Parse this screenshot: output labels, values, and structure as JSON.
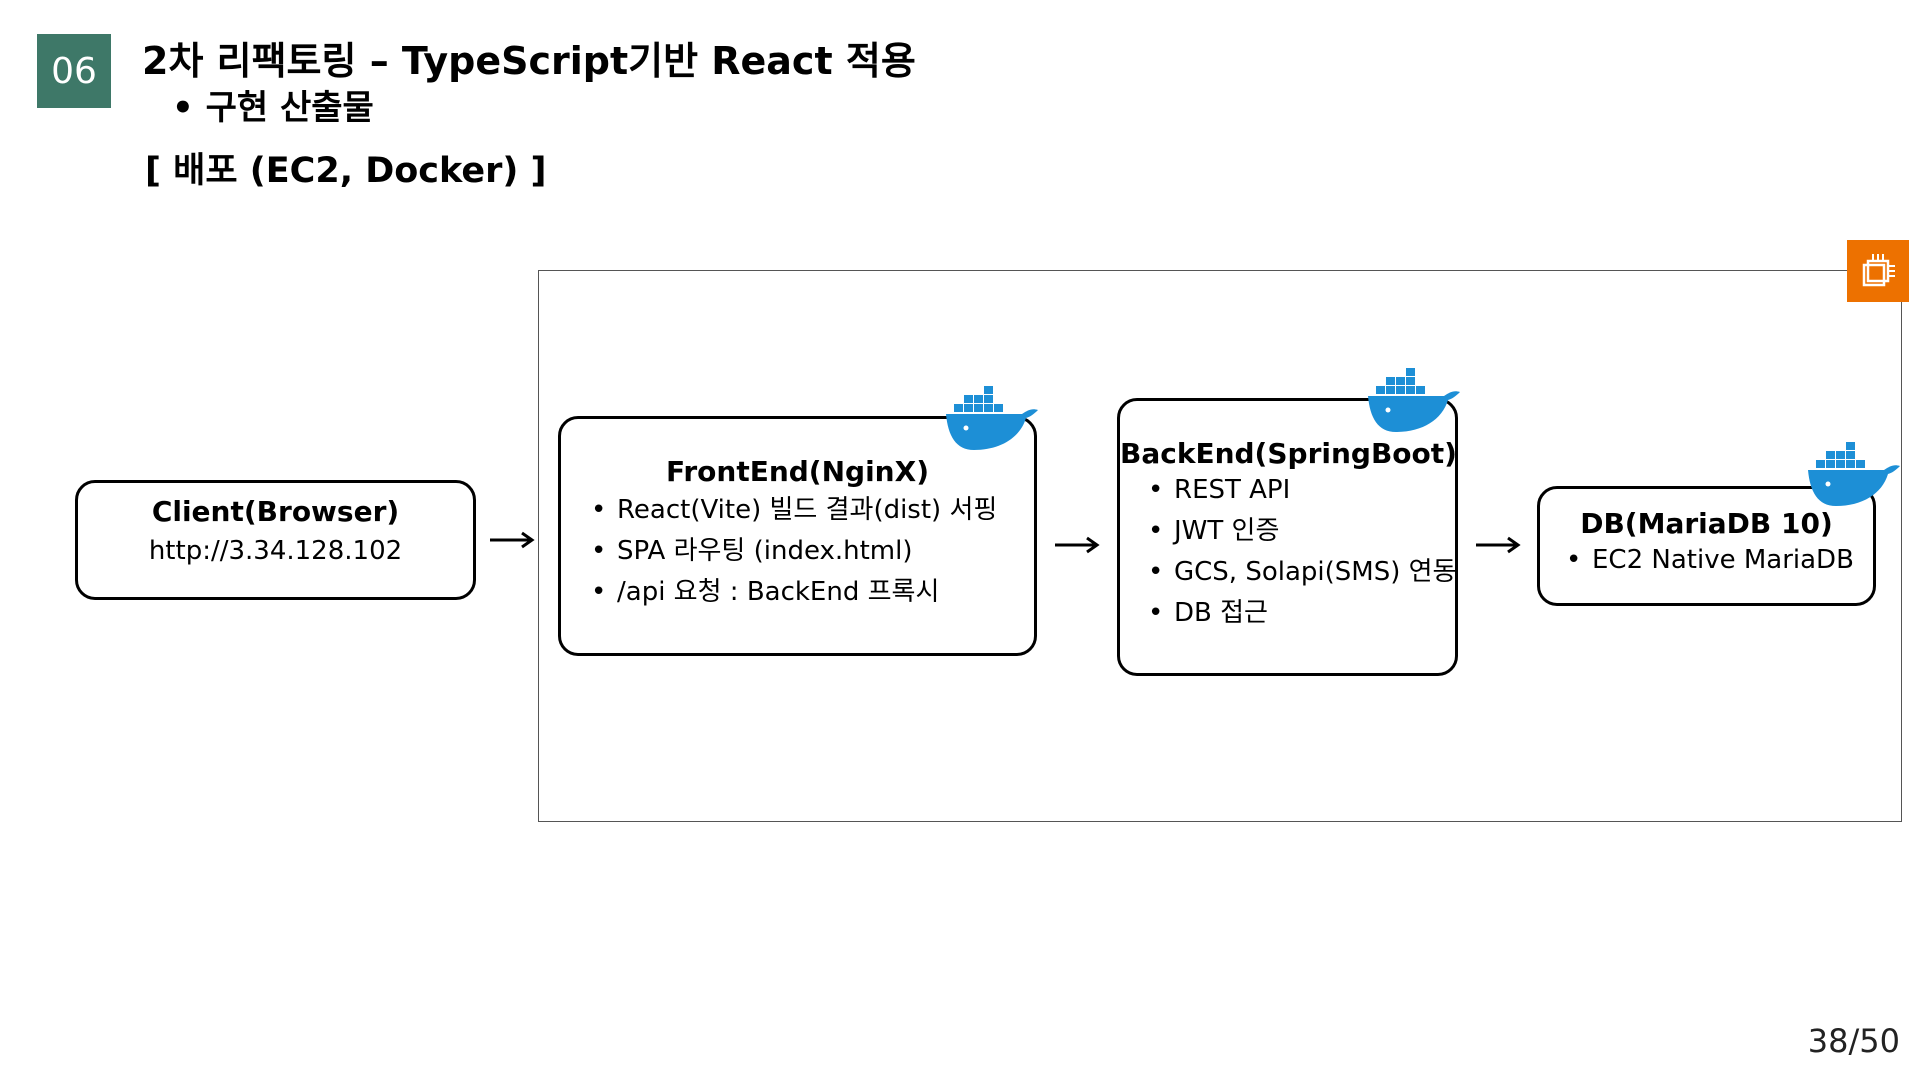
{
  "slide": {
    "number_badge": "06",
    "title": "2차 리팩토링 – TypeScript기반 React 적용",
    "subtitle": "• 구현 산출물",
    "section": "[  배포 (EC2, Docker) ]",
    "page": "38/50"
  },
  "colors": {
    "badge": "#3e7868",
    "ec2_icon": "#ed7100",
    "docker": "#1d8fd6"
  },
  "icons": {
    "ec2": "ec2-instance-icon",
    "docker": "docker-whale-icon"
  },
  "nodes": {
    "client": {
      "title": "Client(Browser)",
      "sub": "http://3.34.128.102"
    },
    "frontend": {
      "title": "FrontEnd(NginX)",
      "items": [
        "React(Vite) 빌드 결과(dist) 서핑",
        "SPA 라우팅 (index.html)",
        "/api 요청 : BackEnd 프록시"
      ]
    },
    "backend": {
      "title": "BackEnd(SpringBoot)",
      "items": [
        "REST API",
        "JWT 인증",
        "GCS, Solapi(SMS) 연동",
        "DB 접근"
      ]
    },
    "db": {
      "title": "DB(MariaDB 10)",
      "items": [
        "EC2 Native MariaDB"
      ]
    }
  }
}
